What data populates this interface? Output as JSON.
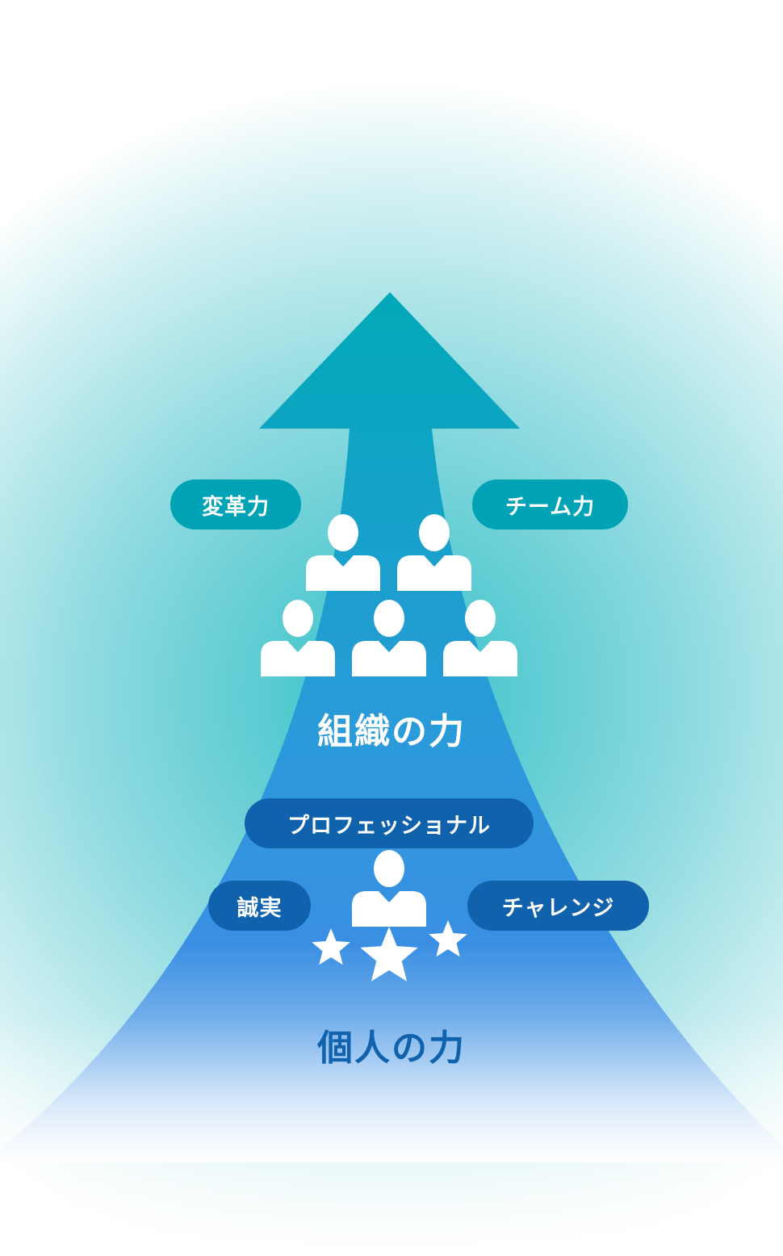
{
  "organization": {
    "caption": "組織の力",
    "tags": [
      "変革力",
      "チーム力"
    ]
  },
  "individual": {
    "caption": "個人の力",
    "tags": [
      "プロフェッショナル",
      "誠実",
      "チャレンジ"
    ]
  },
  "icons": [
    "person-icon",
    "star-icon",
    "up-arrow-icon"
  ],
  "colors": {
    "glow": "#00a3b5",
    "arrow_top": "#00a9b8",
    "arrow_bottom": "#3a8fe3",
    "teal_pill": "#00a3b5",
    "navy_pill": "#1062ad",
    "individual_caption": "#1062ad"
  }
}
